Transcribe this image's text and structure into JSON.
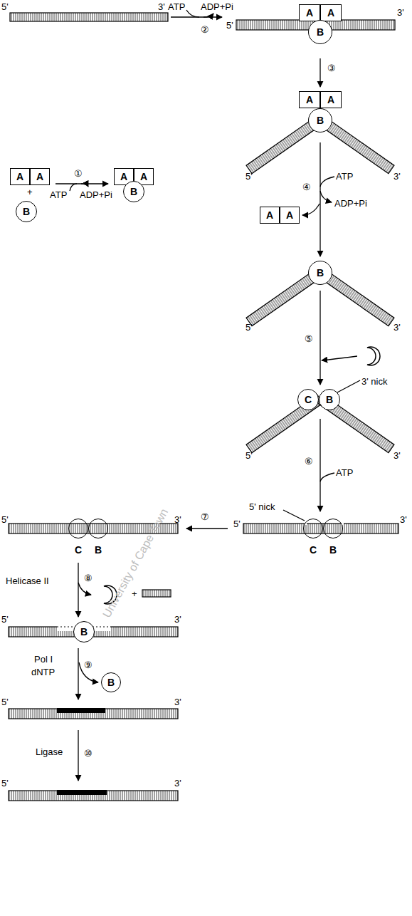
{
  "diagram": {
    "nodes": [
      {
        "text": [
          "A"
        ]
      },
      {
        "text": [
          "A"
        ]
      },
      {
        "text": [
          "B"
        ]
      },
      {
        "text": [
          "A"
        ]
      },
      {
        "text": [
          "A"
        ]
      },
      {
        "text": [
          "B"
        ]
      },
      {
        "text": [
          "A"
        ]
      },
      {
        "text": [
          "A"
        ]
      },
      {
        "text": [
          "B"
        ]
      },
      {
        "text": [
          "A"
        ]
      },
      {
        "text": [
          "A"
        ]
      },
      {
        "text": [
          "B"
        ]
      },
      {
        "text": [
          "A"
        ]
      },
      {
        "text": [
          "A"
        ]
      },
      {
        "text": [
          "B"
        ]
      },
      {
        "text": [
          "C"
        ]
      },
      {
        "text": [
          "B"
        ]
      },
      {
        "text": [
          "C"
        ]
      },
      {
        "text": [
          "B"
        ]
      },
      {
        "text": [
          "C"
        ]
      },
      {
        "text": [
          "B"
        ]
      },
      {
        "text": [
          "B"
        ]
      },
      {
        "text": [
          "B"
        ]
      }
    ],
    "labels": [
      "5'",
      "3'",
      "ATP",
      "ADP+Pi",
      "②",
      "5'",
      "3'",
      "ATP",
      "ADP+Pi",
      "①",
      "+",
      "③",
      "5'",
      "3'",
      "④",
      "ATP",
      "ADP+Pi",
      "5'",
      "3'",
      "⑤",
      "3' nick",
      "5'",
      "3'",
      "⑥",
      "ATP",
      "5' nick",
      "5'",
      "3'",
      "⑦",
      "5'",
      "3'",
      "Helicase II",
      "⑧",
      "+",
      "5'",
      "3'",
      "Pol I",
      "dNTP",
      "⑨",
      "5'",
      "3'",
      "Ligase",
      "⑩",
      "5'",
      "3'",
      "University of Cape Town"
    ]
  }
}
